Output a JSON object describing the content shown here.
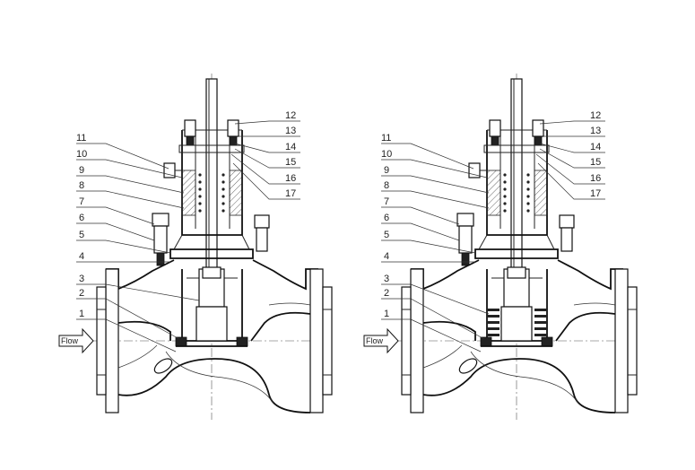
{
  "diagrams": [
    {
      "name": "left",
      "flow_label": "Flow",
      "left_labels": [
        "11",
        "10",
        "9",
        "8",
        "7",
        "6",
        "5",
        "4",
        "3",
        "2",
        "1"
      ],
      "right_labels": [
        "12",
        "13",
        "14",
        "15",
        "16",
        "17"
      ]
    },
    {
      "name": "right",
      "flow_label": "Flow",
      "left_labels": [
        "11",
        "10",
        "9",
        "8",
        "7",
        "6",
        "5",
        "4",
        "3",
        "2",
        "1"
      ],
      "right_labels": [
        "12",
        "13",
        "14",
        "15",
        "16",
        "17"
      ]
    }
  ]
}
